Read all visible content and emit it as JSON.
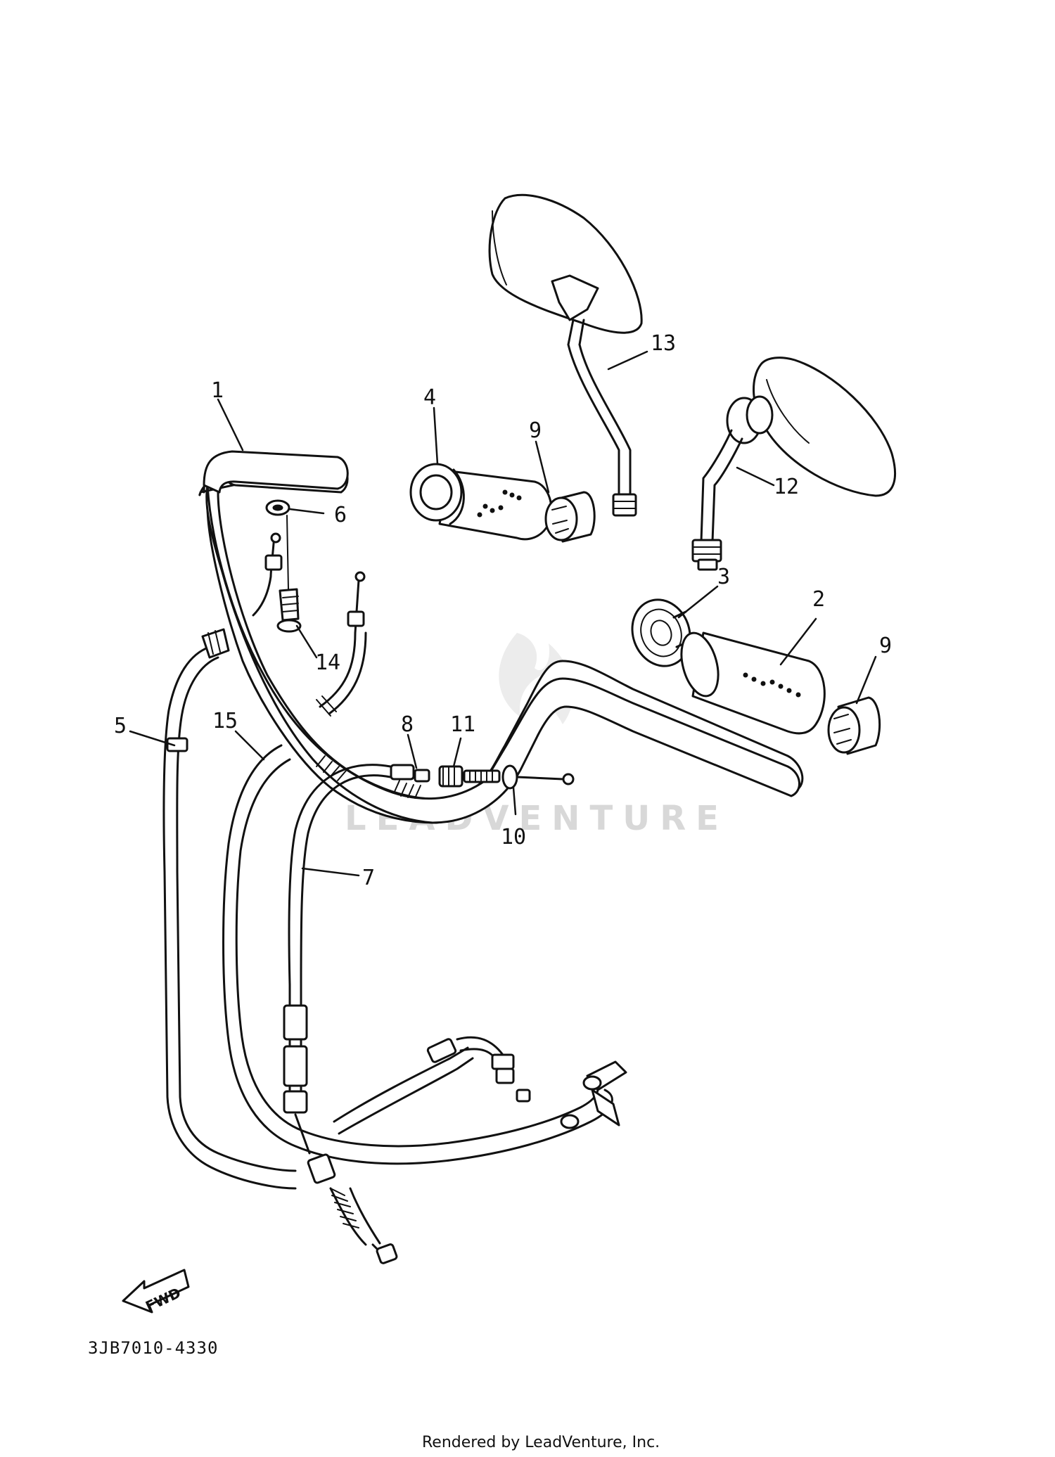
{
  "diagram": {
    "reference_code": "3JB7010-4330",
    "direction_label": "FWD",
    "watermark": "LEADVENTURE",
    "footer": "Rendered by LeadVenture, Inc.",
    "callouts": [
      "1",
      "2",
      "3",
      "4",
      "5",
      "6",
      "7",
      "8",
      "9",
      "9",
      "10",
      "11",
      "12",
      "13",
      "14",
      "15"
    ]
  }
}
